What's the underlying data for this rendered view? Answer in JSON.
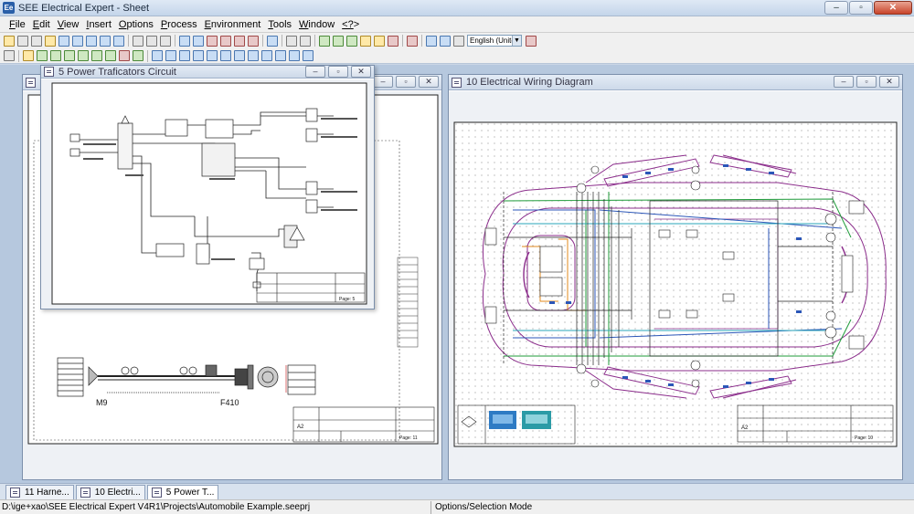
{
  "app": {
    "title": "SEE Electrical Expert - Sheet",
    "icon_label": "Ee"
  },
  "menu": [
    "File",
    "Edit",
    "View",
    "Insert",
    "Options",
    "Process",
    "Environment",
    "Tools",
    "Window",
    "<?>"
  ],
  "toolbar": {
    "language_value": "English (United"
  },
  "windows": {
    "harness": {
      "title": ""
    },
    "power": {
      "title": "5 Power Traficators Circuit",
      "labels": {
        "page": "Page: 5"
      }
    },
    "wiring": {
      "title": "10 Electrical Wiring Diagram",
      "labels": {
        "a2": "A2",
        "page": "Page: 10"
      }
    }
  },
  "harness_labels": {
    "m9": "M9",
    "f410": "F410",
    "a2": "A2",
    "page": "Page: 11"
  },
  "tabs": [
    {
      "label": "11 Harne...",
      "active": false
    },
    {
      "label": "10 Electri...",
      "active": false
    },
    {
      "label": "5 Power T...",
      "active": true
    }
  ],
  "status": {
    "path": "D:\\ige+xao\\SEE Electrical Expert V4R1\\Projects\\Automobile Example.seeprj",
    "mode": "Options/Selection Mode"
  },
  "colors": {
    "wire_purple": "#8b2d8b",
    "wire_green": "#1f9b3a",
    "wire_blue": "#2b56b8",
    "wire_orange": "#e08a1e",
    "wire_cyan": "#2aa6b8"
  }
}
